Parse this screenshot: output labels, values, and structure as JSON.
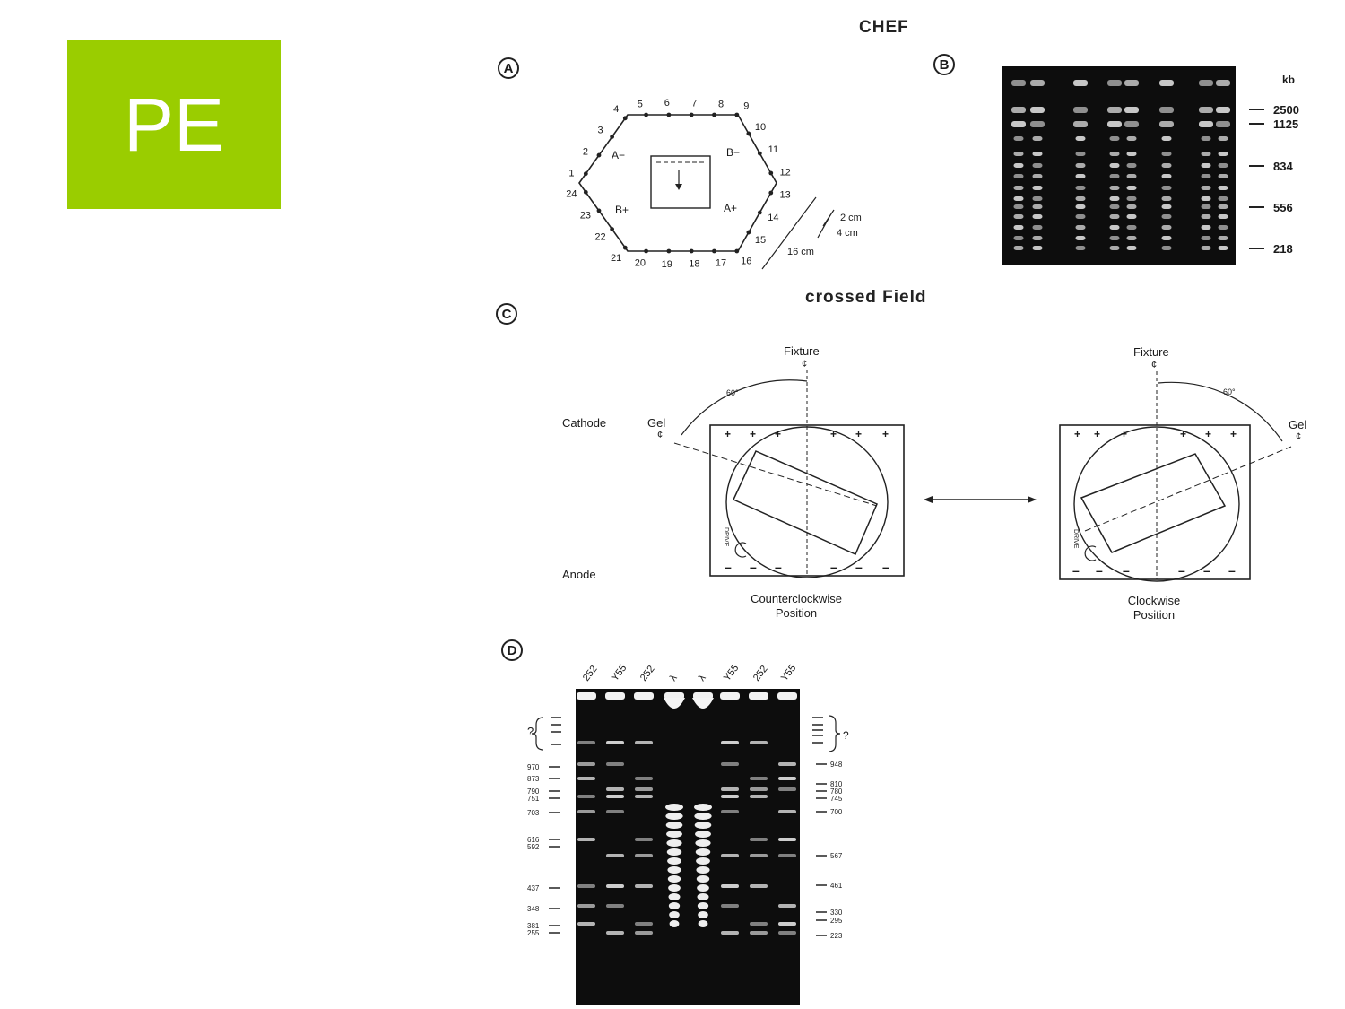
{
  "badge": {
    "text": "PE",
    "color": "#9acd00"
  },
  "titles": {
    "chef": "CHEF",
    "crossed": "crossed Field"
  },
  "panel_labels": [
    "A",
    "B",
    "C",
    "D"
  ],
  "panel_a": {
    "electrodes": [
      "1",
      "2",
      "3",
      "4",
      "5",
      "6",
      "7",
      "8",
      "9",
      "10",
      "11",
      "12",
      "13",
      "14",
      "15",
      "16",
      "17",
      "18",
      "19",
      "20",
      "21",
      "22",
      "23",
      "24"
    ],
    "poles": {
      "a_minus": "A−",
      "b_minus": "B−",
      "a_plus": "A+",
      "b_plus": "B+"
    },
    "scale": {
      "s2": "2 cm",
      "s4": "4 cm",
      "s16": "16 cm"
    }
  },
  "panel_b": {
    "unit": "kb",
    "markers": [
      "2500",
      "1125",
      "834",
      "556",
      "218"
    ]
  },
  "panel_c": {
    "left": {
      "fixture": "Fixture",
      "fixture_cl": "¢",
      "gel": "Gel",
      "gel_cl": "¢",
      "angle": "60°",
      "cathode": "Cathode",
      "anode": "Anode",
      "drive": "DRIVE",
      "caption_1": "Counterclockwise",
      "caption_2": "Position"
    },
    "right": {
      "fixture": "Fixture",
      "fixture_cl": "¢",
      "gel": "Gel",
      "gel_cl": "¢",
      "angle": "60°",
      "drive": "DRIVE",
      "caption_1": "Clockwise",
      "caption_2": "Position"
    }
  },
  "panel_d": {
    "lanes": [
      "252",
      "Y55",
      "252",
      "λ",
      "λ",
      "Y55",
      "252",
      "Y55"
    ],
    "question": "?",
    "left_markers": [
      "970",
      "873",
      "790",
      "751",
      "703",
      "616",
      "592",
      "437",
      "348",
      "381",
      "255"
    ],
    "right_markers": [
      "948",
      "810",
      "780",
      "745",
      "700",
      "567",
      "461",
      "330",
      "295",
      "223"
    ]
  }
}
